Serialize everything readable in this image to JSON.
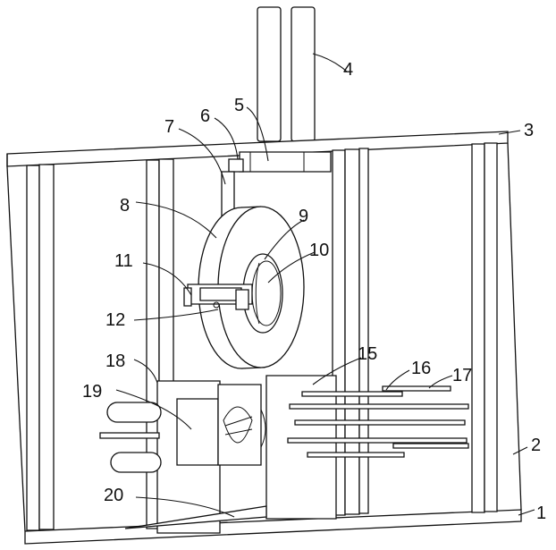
{
  "callouts": [
    {
      "id": "1",
      "text": "1"
    },
    {
      "id": "2",
      "text": "2"
    },
    {
      "id": "3",
      "text": "3"
    },
    {
      "id": "4",
      "text": "4"
    },
    {
      "id": "5",
      "text": "5"
    },
    {
      "id": "6",
      "text": "6"
    },
    {
      "id": "7",
      "text": "7"
    },
    {
      "id": "8",
      "text": "8"
    },
    {
      "id": "9",
      "text": "9"
    },
    {
      "id": "10",
      "text": "10"
    },
    {
      "id": "11",
      "text": "11"
    },
    {
      "id": "12",
      "text": "12"
    },
    {
      "id": "15",
      "text": "15"
    },
    {
      "id": "16",
      "text": "16"
    },
    {
      "id": "17",
      "text": "17"
    },
    {
      "id": "18",
      "text": "18"
    },
    {
      "id": "19",
      "text": "19"
    },
    {
      "id": "20",
      "text": "20"
    }
  ],
  "colors": {
    "line": "#111111",
    "background": "#ffffff"
  }
}
